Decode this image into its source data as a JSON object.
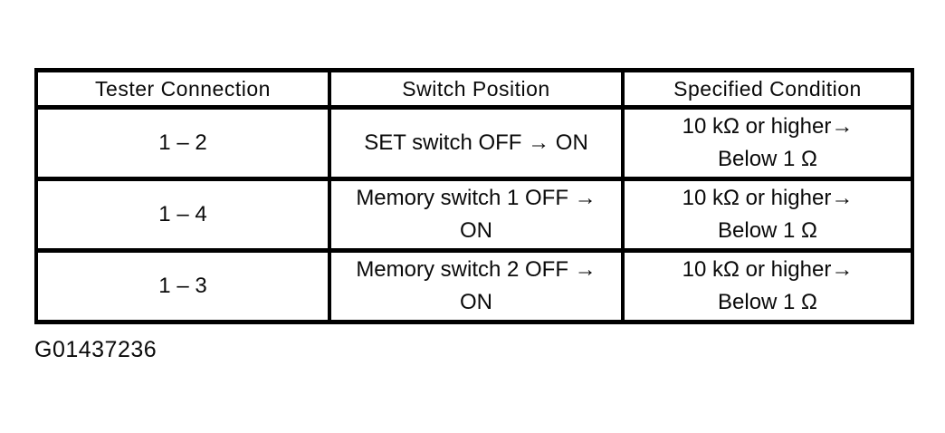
{
  "page": {
    "background": "#ffffff",
    "text_color": "#0a0a0a",
    "caption": "G01437236"
  },
  "table": {
    "border_color": "#000000",
    "headers": [
      "Tester Connection",
      "Switch Position",
      "Specified Condition"
    ],
    "rows": [
      {
        "tester_connection": "1 – 2",
        "switch_position": "SET switch OFF → ON",
        "specified_condition": "10 kΩ or higher→\nBelow 1 Ω"
      },
      {
        "tester_connection": "1 – 4",
        "switch_position": "Memory switch 1 OFF →\nON",
        "specified_condition": "10 kΩ or higher→\nBelow 1 Ω"
      },
      {
        "tester_connection": "1 – 3",
        "switch_position": "Memory switch 2 OFF →\nON",
        "specified_condition": "10 kΩ or higher→\nBelow 1 Ω"
      }
    ]
  }
}
